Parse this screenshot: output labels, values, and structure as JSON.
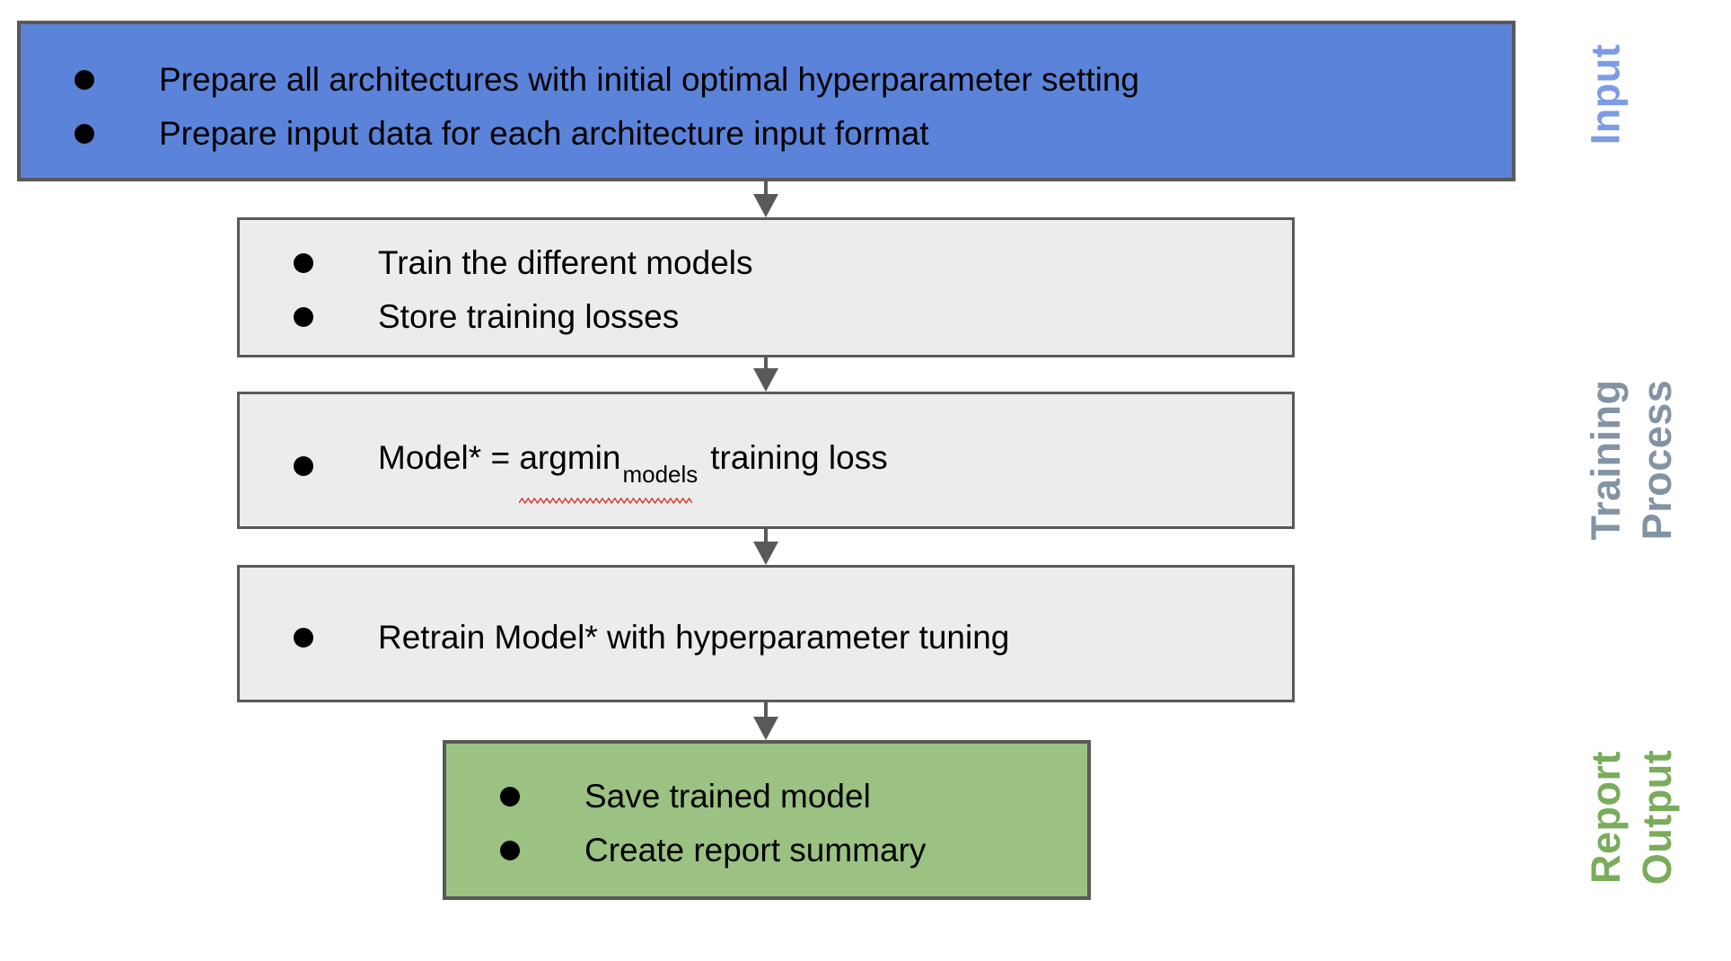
{
  "boxes": {
    "input": {
      "items": [
        "Prepare all architectures with initial optimal hyperparameter setting",
        "Prepare input data for each architecture input format"
      ]
    },
    "train": {
      "items": [
        "Train the different models",
        "Store training losses"
      ]
    },
    "argmin": {
      "prefix": "Model* = ",
      "operator": "argmin",
      "subscript": "models",
      "suffix": "training loss"
    },
    "retrain": {
      "items": [
        "Retrain Model* with hyperparameter tuning"
      ]
    },
    "output": {
      "items": [
        "Save trained model",
        "Create report summary"
      ]
    }
  },
  "side_labels": {
    "input": "Input",
    "training": "Training\nProcess",
    "report": "Report\nOutput"
  },
  "colors": {
    "input_box_fill": "#5B83D9",
    "process_box_fill": "#ECECEC",
    "output_box_fill": "#9BC282",
    "box_border": "#595959",
    "arrow": "#595959",
    "input_label_text": "#7D9CE4",
    "training_label_text": "#8294A4",
    "report_label_text": "#79AC5B",
    "spellcheck_underline": "#D93025",
    "body_text": "#000000",
    "background": "#FFFFFF"
  }
}
